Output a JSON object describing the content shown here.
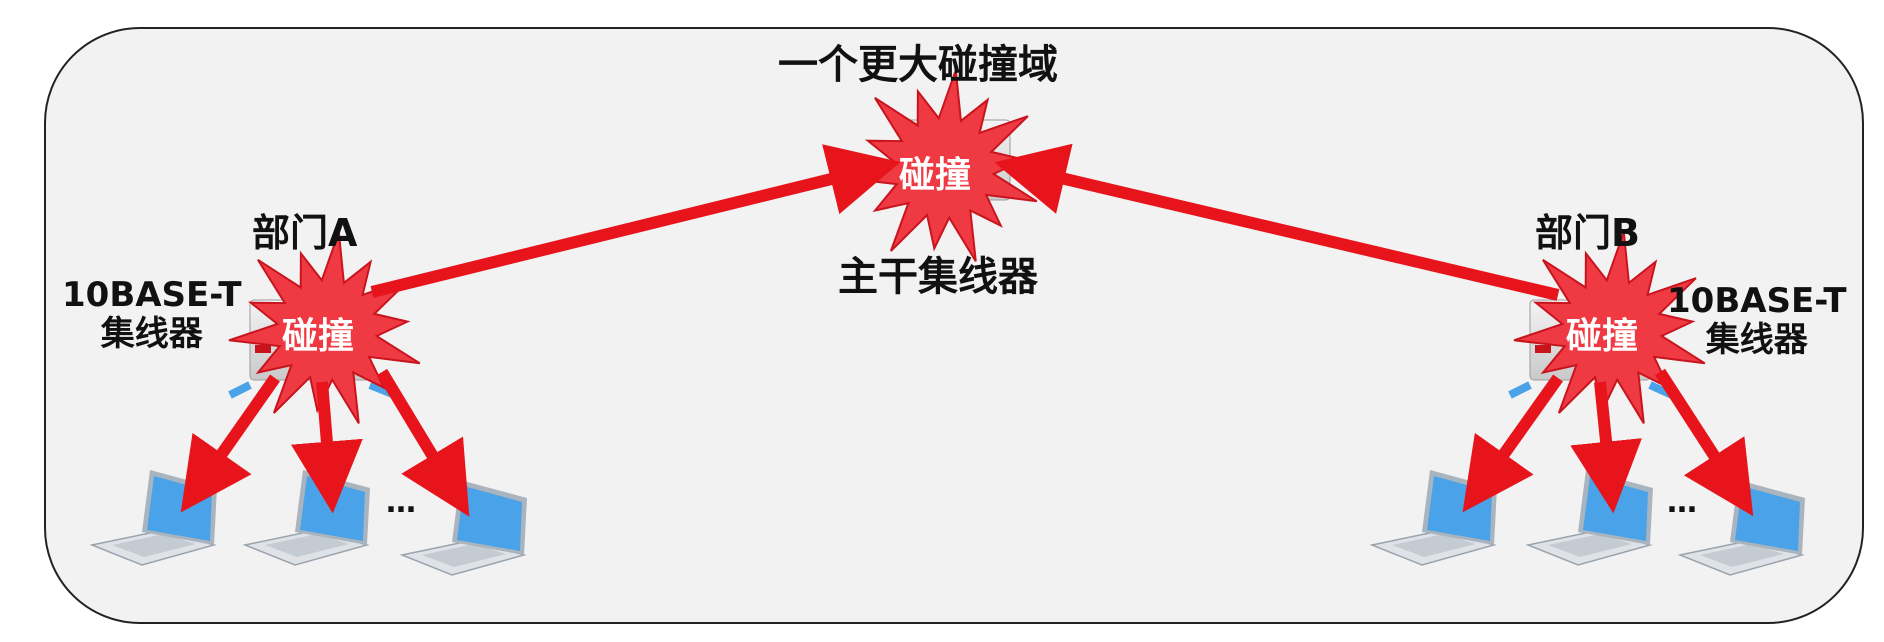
{
  "title": "一个更大碰撞域",
  "backbone_hub_label": "主干集线器",
  "collision_label": "碰撞",
  "ellipsis": "…",
  "departments": [
    {
      "name": "部门A",
      "hub_line1": "10BASE-T",
      "hub_line2": "集线器"
    },
    {
      "name": "部门B",
      "hub_line1": "10BASE-T",
      "hub_line2": "集线器"
    }
  ],
  "colors": {
    "arrow": "#e8141c",
    "burst_fill": "#ef3a44",
    "burst_stroke": "#c9141e",
    "laptop_screen": "#4aa3e8",
    "laptop_body": "#dfe3e8",
    "frame_fill": "#f2f2f2",
    "frame_stroke": "#222222"
  }
}
